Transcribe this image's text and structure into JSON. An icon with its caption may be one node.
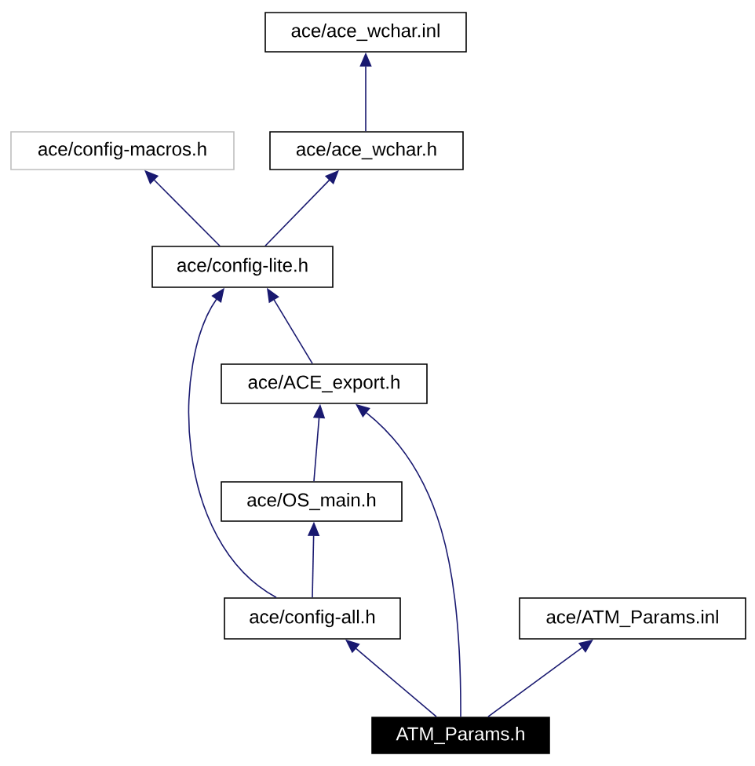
{
  "diagram": {
    "nodes": [
      {
        "text": [
          "ace/ace_wchar.inl"
        ]
      },
      {
        "text": [
          "ace/config-macros.h"
        ]
      },
      {
        "text": [
          "ace/ace_wchar.h"
        ]
      },
      {
        "text": [
          "ace/config-lite.h"
        ]
      },
      {
        "text": [
          "ace/ACE_export.h"
        ]
      },
      {
        "text": [
          "ace/OS_main.h"
        ]
      },
      {
        "text": [
          "ace/config-all.h"
        ]
      },
      {
        "text": [
          "ace/ATM_Params.inl"
        ]
      },
      {
        "text": [
          "ATM_Params.h"
        ]
      }
    ],
    "edges": [
      {
        "from": 2,
        "to": 0,
        "arrow": "to"
      },
      {
        "from": 3,
        "to": 1,
        "arrow": "to"
      },
      {
        "from": 3,
        "to": 2,
        "arrow": "to"
      },
      {
        "from": 4,
        "to": 3,
        "arrow": "to"
      },
      {
        "from": 6,
        "to": 3,
        "arrow": "to"
      },
      {
        "from": 5,
        "to": 4,
        "arrow": "to"
      },
      {
        "from": 8,
        "to": 4,
        "arrow": "to"
      },
      {
        "from": 6,
        "to": 5,
        "arrow": "to"
      },
      {
        "from": 8,
        "to": 6,
        "arrow": "to"
      },
      {
        "from": 8,
        "to": 7,
        "arrow": "to"
      }
    ]
  }
}
